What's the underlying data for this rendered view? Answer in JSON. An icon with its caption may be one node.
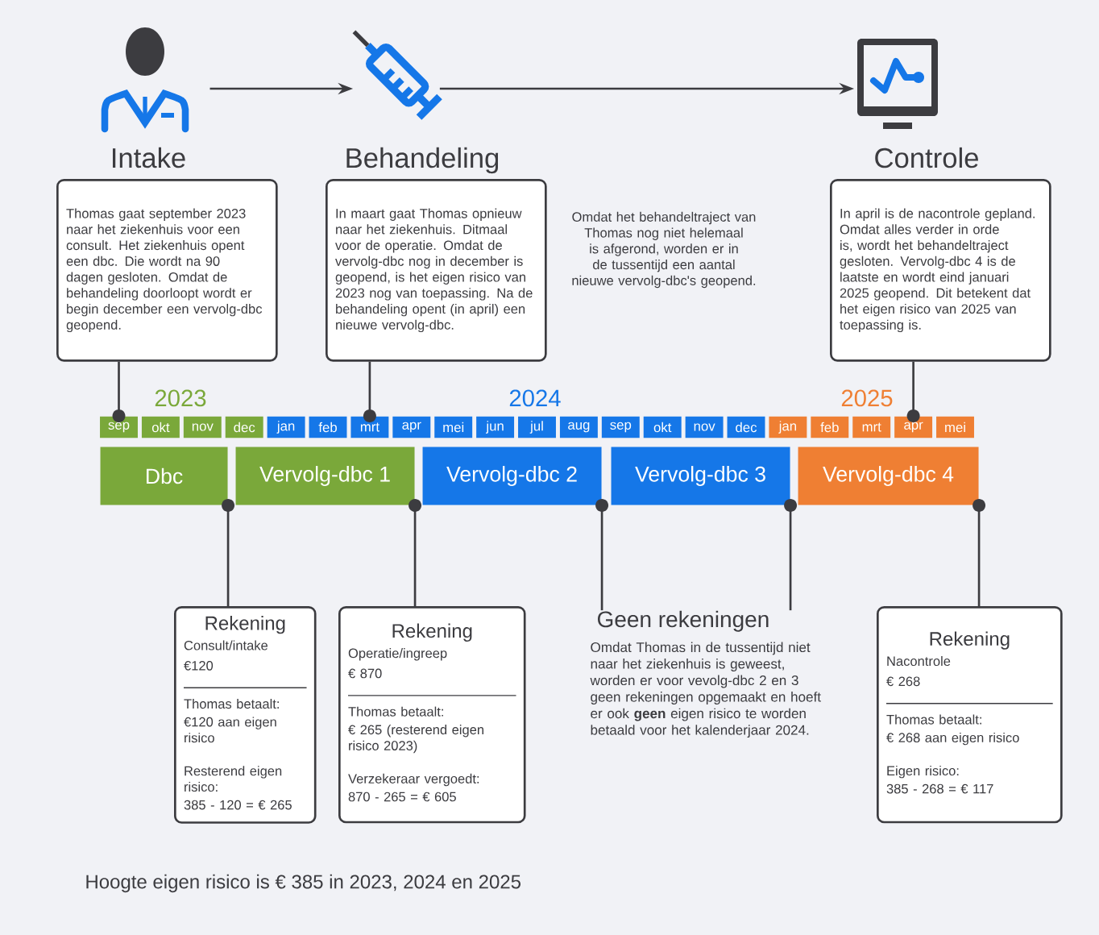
{
  "diagram": {
    "nodes": [
      {
        "text": [
          "Intake",
          "Thomas gaat september 2023 naar het ziekenhuis voor een consult. Het ziekenhuis opent een dbc. Die wordt na 90 dagen gesloten. Omdat de behandeling doorloopt wordt er begin december een vervolg-dbc geopend."
        ]
      },
      {
        "text": [
          "Behandeling",
          "In maart gaat Thomas opnieuw naar het ziekenhuis. Ditmaal voor de operatie. Omdat de vervolg-dbc nog in december is geopend, is het eigen risico van 2023 nog van toepassing. Na de behandeling opent (in april) een nieuwe vervolg-dbc."
        ]
      },
      {
        "text": [
          "Controle",
          "In april is de nacontrole gepland. Omdat alles verder in orde is, wordt het behandeltraject gesloten. Vervolg-dbc 4 is de laatste en wordt eind januari 2025 geopend. Dit betekent dat het eigen risico van 2025 van toepassing is."
        ]
      },
      {
        "text": [
          "sep"
        ]
      },
      {
        "text": [
          "okt"
        ]
      },
      {
        "text": [
          "nov"
        ]
      },
      {
        "text": [
          "dec"
        ]
      },
      {
        "text": [
          "jan"
        ]
      },
      {
        "text": [
          "feb"
        ]
      },
      {
        "text": [
          "mrt"
        ]
      },
      {
        "text": [
          "apr"
        ]
      },
      {
        "text": [
          "mei"
        ]
      },
      {
        "text": [
          "jun"
        ]
      },
      {
        "text": [
          "jul"
        ]
      },
      {
        "text": [
          "aug"
        ]
      },
      {
        "text": [
          "sep"
        ]
      },
      {
        "text": [
          "okt"
        ]
      },
      {
        "text": [
          "nov"
        ]
      },
      {
        "text": [
          "dec"
        ]
      },
      {
        "text": [
          "jan"
        ]
      },
      {
        "text": [
          "feb"
        ]
      },
      {
        "text": [
          "mrt"
        ]
      },
      {
        "text": [
          "apr"
        ]
      },
      {
        "text": [
          "mei"
        ]
      },
      {
        "text": [
          "Dbc"
        ]
      },
      {
        "text": [
          "Vervolg-dbc 1"
        ]
      },
      {
        "text": [
          "Vervolg-dbc 2"
        ]
      },
      {
        "text": [
          "Vervolg-dbc 3"
        ]
      },
      {
        "text": [
          "Vervolg-dbc 4"
        ]
      },
      {
        "text": [
          "Rekening",
          "Consult/intake",
          "€120",
          "Thomas betaalt:",
          "€120 aan eigen risico",
          "Resterend eigen risico:",
          "385 - 120 = € 265"
        ]
      },
      {
        "text": [
          "Rekening",
          "Operatie/ingreep",
          "€ 870",
          "Thomas betaalt:",
          "€ 265 (resterend eigen risico 2023)",
          "Verzekeraar vergoedt:",
          "870 - 265 = € 605"
        ]
      },
      {
        "text": [
          "Geen rekeningen",
          "Omdat Thomas in de tussentijd niet naar het ziekenhuis is geweest, worden er voor vevolg-dbc 2 en 3 geen rekeningen opgemaakt en hoeft er ook **geen** eigen risico te worden betaald voor het kalenderjaar 2024."
        ]
      },
      {
        "text": [
          "Rekening",
          "Nacontrole",
          "€ 268",
          "Thomas betaalt:",
          "€ 268 aan eigen risico",
          "Eigen risico:",
          "385 - 268 = € 117"
        ]
      }
    ],
    "edges": [
      {
        "from": 0,
        "to": 1,
        "arrow": "to"
      },
      {
        "from": 1,
        "to": 2,
        "arrow": "to"
      },
      {
        "from": 0,
        "to": 3,
        "arrow": "other"
      },
      {
        "from": 1,
        "to": 9,
        "arrow": "other"
      },
      {
        "from": 2,
        "to": 22,
        "arrow": "other"
      },
      {
        "from": 24,
        "to": 29,
        "arrow": "other"
      },
      {
        "from": 25,
        "to": 30,
        "arrow": "other"
      },
      {
        "from": 26,
        "to": 31,
        "arrow": "other"
      },
      {
        "from": 27,
        "to": 31,
        "arrow": "other"
      },
      {
        "from": 28,
        "to": 32,
        "arrow": "other"
      }
    ],
    "labels": [
      "Omdat het behandeltraject van Thomas nog niet helemaal is afgerond, worden er in de tussentijd een aantal nieuwe vervolg-dbc's geopend.",
      "2023",
      "2024",
      "2025",
      "Hoogte eigen risico is € 385 in 2023, 2024 en 2025"
    ]
  }
}
